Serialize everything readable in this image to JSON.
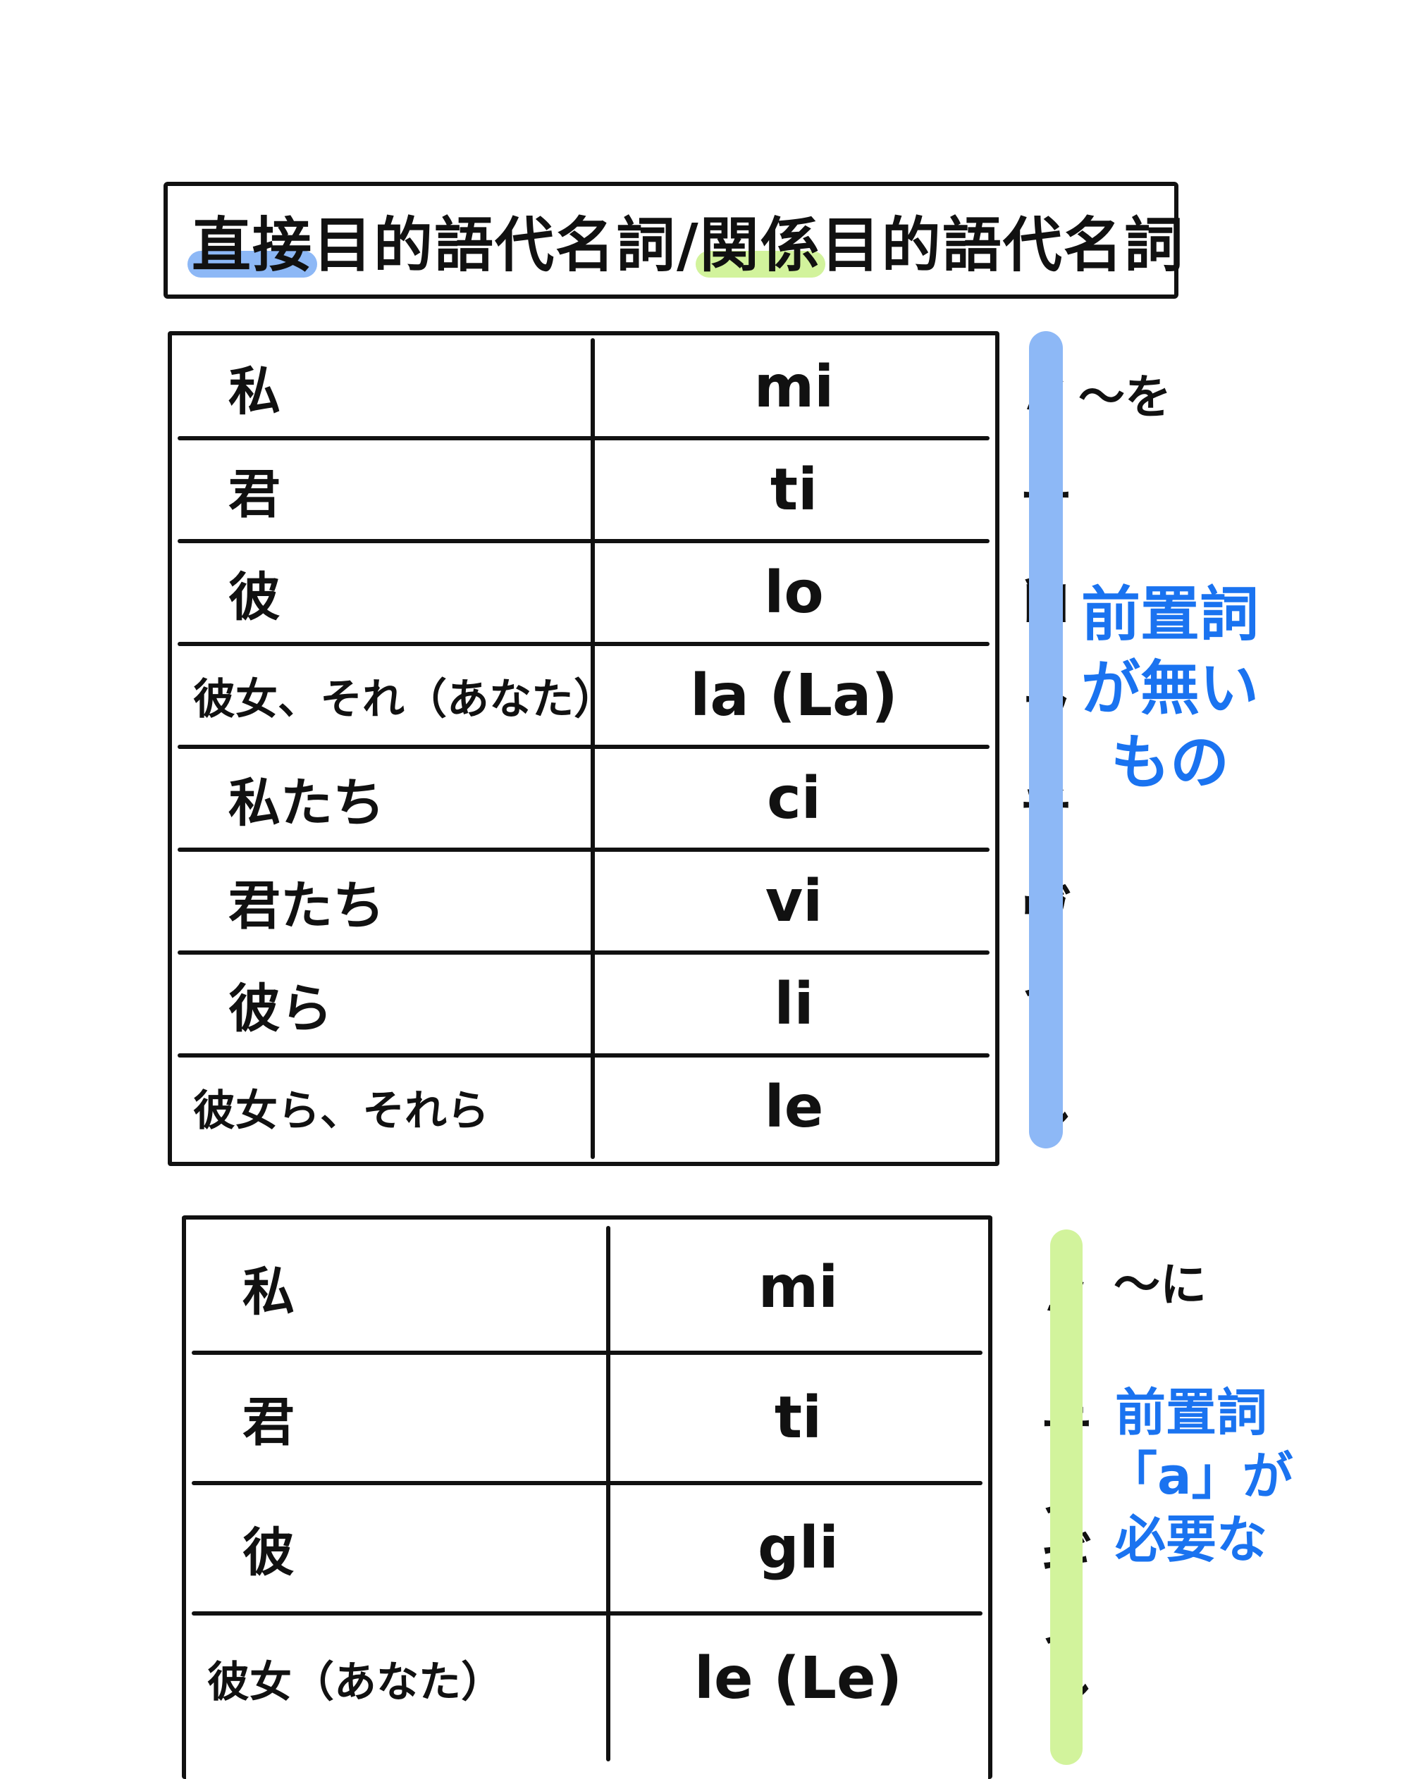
{
  "title": {
    "part1": "直接",
    "part2": "目的語代名詞/",
    "part3": "関係",
    "part4": "目的語代名詞"
  },
  "direct_table": {
    "rows": [
      {
        "ja": "私",
        "it": "mi",
        "kana": "ミ"
      },
      {
        "ja": "君",
        "it": "ti",
        "kana": "ティ"
      },
      {
        "ja": "彼",
        "it": "lo",
        "kana": "ロ"
      },
      {
        "ja": "彼女、それ（あなた）",
        "it": "la (La)",
        "kana": "ラ"
      },
      {
        "ja": "私たち",
        "it": "ci",
        "kana": "チ"
      },
      {
        "ja": "君たち",
        "it": "vi",
        "kana": "ヴィ"
      },
      {
        "ja": "彼ら",
        "it": "li",
        "kana": "リ"
      },
      {
        "ja": "彼女ら、それら",
        "it": "le",
        "kana": "レ"
      }
    ],
    "side_note": "〜を",
    "blue_note": [
      "前置詞",
      "が無い",
      "もの"
    ]
  },
  "indirect_table": {
    "rows": [
      {
        "ja": "私",
        "it": "mi",
        "kana": "ミ"
      },
      {
        "ja": "君",
        "it": "ti",
        "kana": "ティ"
      },
      {
        "ja": "彼",
        "it": "gli",
        "kana": "ギィ"
      },
      {
        "ja": "彼女（あなた）",
        "it": "le (Le)",
        "kana": "レ"
      }
    ],
    "side_note": "〜に",
    "blue_note": [
      "前置詞",
      "「a」が",
      "必要な"
    ]
  },
  "colors": {
    "ink": "#111111",
    "highlight_blue": "#8db8f6",
    "highlight_green": "#d2f39c",
    "note_blue": "#1a73f0"
  }
}
